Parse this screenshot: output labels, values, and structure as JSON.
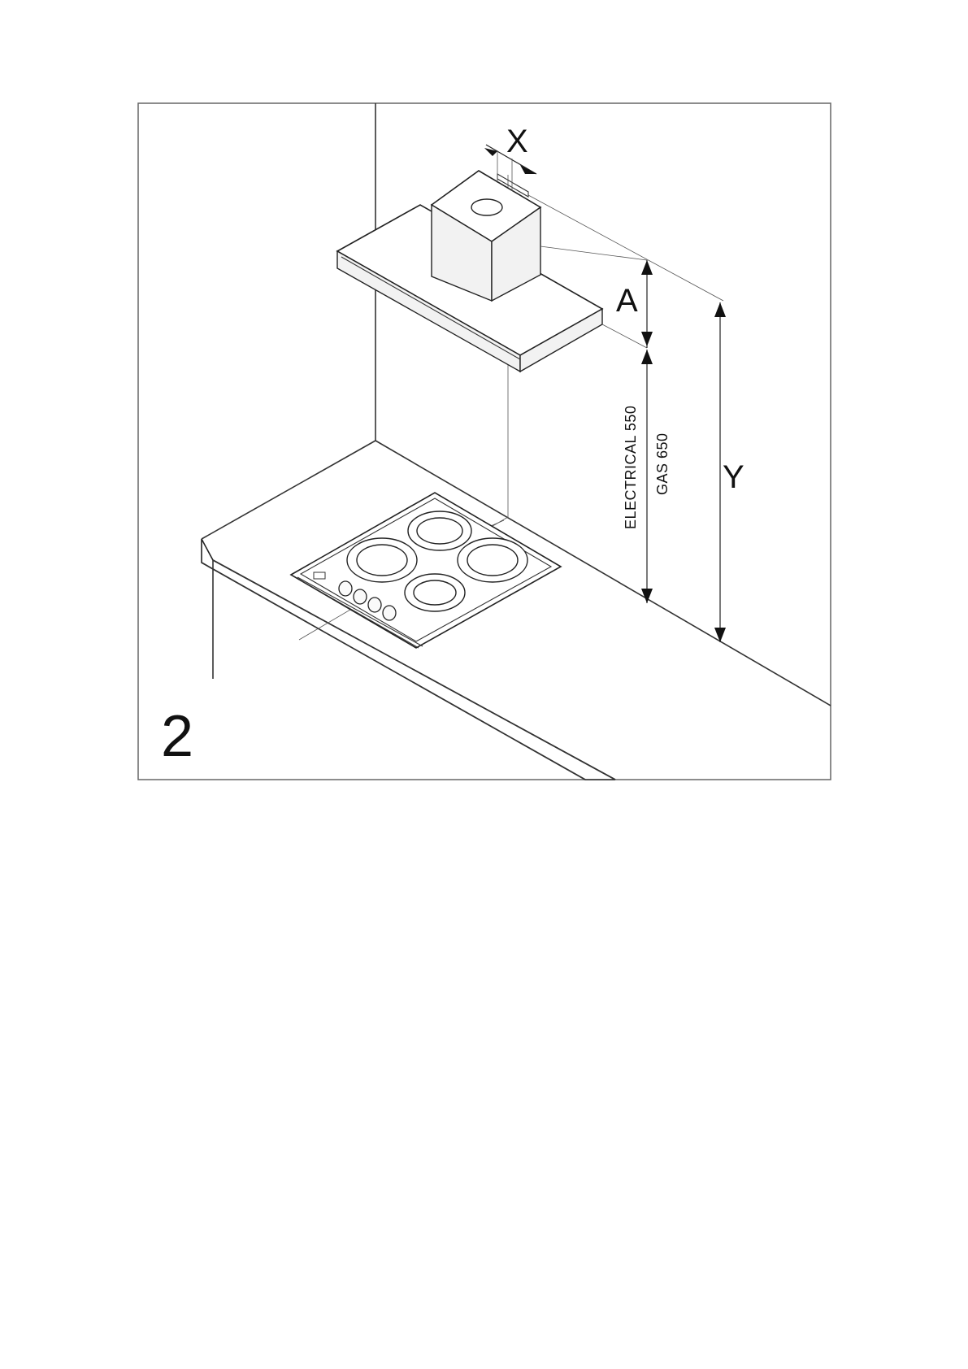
{
  "figure": {
    "number": "2",
    "labels": {
      "x": "X",
      "a": "A",
      "y": "Y",
      "electrical": "ELECTRICAL 550",
      "gas": "GAS 650"
    }
  }
}
